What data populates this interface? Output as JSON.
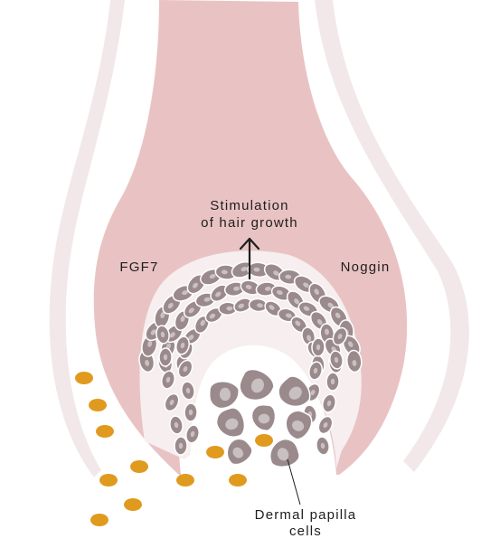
{
  "labels": {
    "stimulation_line1": "Stimulation",
    "stimulation_line2": "of hair growth",
    "left_factor": "FGF7",
    "right_factor": "Noggin",
    "dermal_line1": "Dermal papilla",
    "dermal_line2": "cells"
  },
  "colors": {
    "sheath": "#f2e8ea",
    "bulb": "#e9c3c3",
    "matrix": "#f6eeef",
    "cell": "#9b8a8c",
    "cell_outline": "#ffffff",
    "nucleus": "#c9c0c1",
    "dot": "#e09a1e",
    "arrow": "#1e1e1e"
  },
  "icons": {
    "arrow": "up-arrow-icon"
  }
}
